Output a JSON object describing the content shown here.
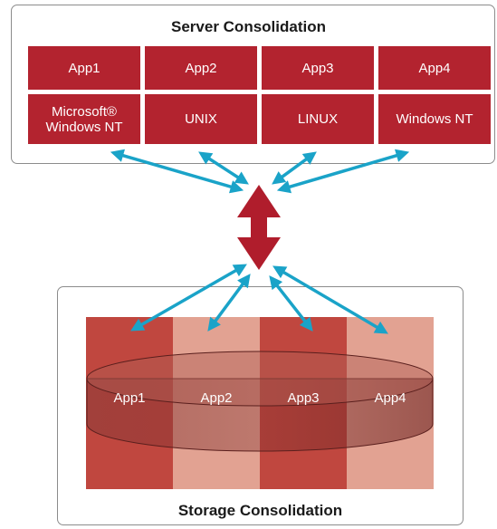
{
  "server": {
    "title": "Server Consolidation",
    "apps": [
      "App1",
      "App2",
      "App3",
      "App4"
    ],
    "os_line1": "Microsoft®",
    "os_line2": "Windows NT",
    "os": [
      "UNIX",
      "LINUX",
      "Windows NT"
    ]
  },
  "storage": {
    "title": "Storage Consolidation",
    "apps": [
      "App1",
      "App2",
      "App3",
      "App4"
    ]
  },
  "colors": {
    "cell_red": "#b3232f",
    "arrow_blue": "#1aa3c8",
    "arrow_red": "#b01d2c",
    "stripe_dark": "#c0473f",
    "stripe_light": "#e2a292"
  }
}
